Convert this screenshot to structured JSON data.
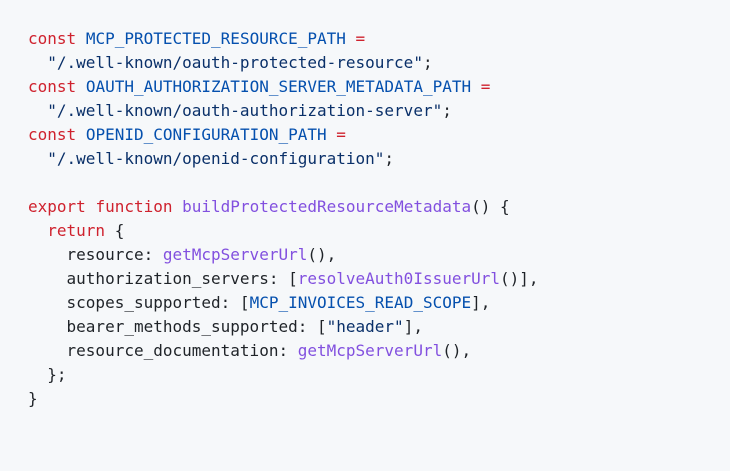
{
  "colors": {
    "background": "#f6f8fa",
    "plain": "#1f2328",
    "keyword": "#cf222e",
    "constant": "#0550ae",
    "string": "#0a3069",
    "function": "#8250df"
  },
  "code": {
    "language": "typescript",
    "lines": [
      {
        "tokens": [
          {
            "t": "keyword",
            "v": "const"
          },
          {
            "t": "plain",
            "v": " "
          },
          {
            "t": "constant",
            "v": "MCP_PROTECTED_RESOURCE_PATH"
          },
          {
            "t": "plain",
            "v": " "
          },
          {
            "t": "keyword",
            "v": "="
          }
        ]
      },
      {
        "tokens": [
          {
            "t": "plain",
            "v": "  "
          },
          {
            "t": "string",
            "v": "\"/.well-known/oauth-protected-resource\""
          },
          {
            "t": "plain",
            "v": ";"
          }
        ]
      },
      {
        "tokens": [
          {
            "t": "keyword",
            "v": "const"
          },
          {
            "t": "plain",
            "v": " "
          },
          {
            "t": "constant",
            "v": "OAUTH_AUTHORIZATION_SERVER_METADATA_PATH"
          },
          {
            "t": "plain",
            "v": " "
          },
          {
            "t": "keyword",
            "v": "="
          }
        ]
      },
      {
        "tokens": [
          {
            "t": "plain",
            "v": "  "
          },
          {
            "t": "string",
            "v": "\"/.well-known/oauth-authorization-server\""
          },
          {
            "t": "plain",
            "v": ";"
          }
        ]
      },
      {
        "tokens": [
          {
            "t": "keyword",
            "v": "const"
          },
          {
            "t": "plain",
            "v": " "
          },
          {
            "t": "constant",
            "v": "OPENID_CONFIGURATION_PATH"
          },
          {
            "t": "plain",
            "v": " "
          },
          {
            "t": "keyword",
            "v": "="
          }
        ]
      },
      {
        "tokens": [
          {
            "t": "plain",
            "v": "  "
          },
          {
            "t": "string",
            "v": "\"/.well-known/openid-configuration\""
          },
          {
            "t": "plain",
            "v": ";"
          }
        ]
      },
      {
        "tokens": []
      },
      {
        "tokens": [
          {
            "t": "keyword",
            "v": "export"
          },
          {
            "t": "plain",
            "v": " "
          },
          {
            "t": "keyword",
            "v": "function"
          },
          {
            "t": "plain",
            "v": " "
          },
          {
            "t": "function",
            "v": "buildProtectedResourceMetadata"
          },
          {
            "t": "plain",
            "v": "() {"
          }
        ]
      },
      {
        "tokens": [
          {
            "t": "plain",
            "v": "  "
          },
          {
            "t": "keyword",
            "v": "return"
          },
          {
            "t": "plain",
            "v": " {"
          }
        ]
      },
      {
        "tokens": [
          {
            "t": "plain",
            "v": "    resource: "
          },
          {
            "t": "function",
            "v": "getMcpServerUrl"
          },
          {
            "t": "plain",
            "v": "(),"
          }
        ]
      },
      {
        "tokens": [
          {
            "t": "plain",
            "v": "    authorization_servers: ["
          },
          {
            "t": "function",
            "v": "resolveAuth0IssuerUrl"
          },
          {
            "t": "plain",
            "v": "()],"
          }
        ]
      },
      {
        "tokens": [
          {
            "t": "plain",
            "v": "    scopes_supported: ["
          },
          {
            "t": "constant",
            "v": "MCP_INVOICES_READ_SCOPE"
          },
          {
            "t": "plain",
            "v": "],"
          }
        ]
      },
      {
        "tokens": [
          {
            "t": "plain",
            "v": "    bearer_methods_supported: ["
          },
          {
            "t": "string",
            "v": "\"header\""
          },
          {
            "t": "plain",
            "v": "],"
          }
        ]
      },
      {
        "tokens": [
          {
            "t": "plain",
            "v": "    resource_documentation: "
          },
          {
            "t": "function",
            "v": "getMcpServerUrl"
          },
          {
            "t": "plain",
            "v": "(),"
          }
        ]
      },
      {
        "tokens": [
          {
            "t": "plain",
            "v": "  };"
          }
        ]
      },
      {
        "tokens": [
          {
            "t": "plain",
            "v": "}"
          }
        ]
      }
    ]
  }
}
